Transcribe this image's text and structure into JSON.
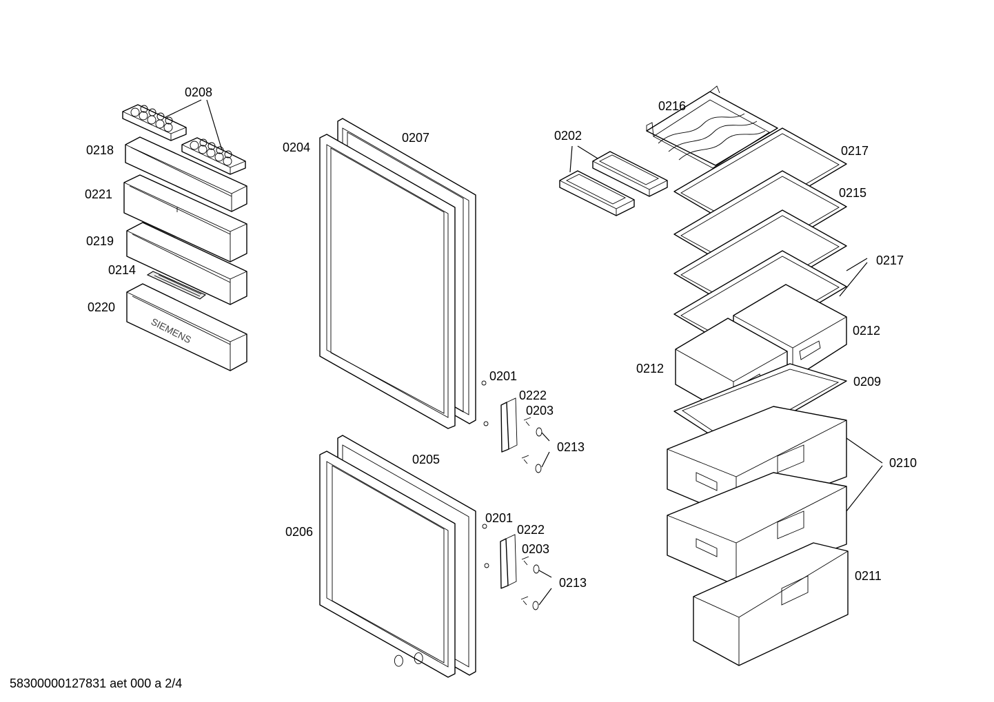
{
  "labels": {
    "l0208": "0208",
    "l0218": "0218",
    "l0221": "0221",
    "l0219": "0219",
    "l0214": "0214",
    "l0220": "0220",
    "l0204": "0204",
    "l0207": "0207",
    "l0201a": "0201",
    "l0222a": "0222",
    "l0203a": "0203",
    "l0213a": "0213",
    "l0205": "0205",
    "l0206": "0206",
    "l0201b": "0201",
    "l0222b": "0222",
    "l0203b": "0203",
    "l0213b": "0213",
    "l0202": "0202",
    "l0216": "0216",
    "l0217a": "0217",
    "l0215": "0215",
    "l0217b": "0217",
    "l0212a": "0212",
    "l0212b": "0212",
    "l0209": "0209",
    "l0210": "0210",
    "l0211": "0211"
  },
  "brand": "SIEMENS",
  "footer": "58300000127831 aet 000 a 2/4"
}
